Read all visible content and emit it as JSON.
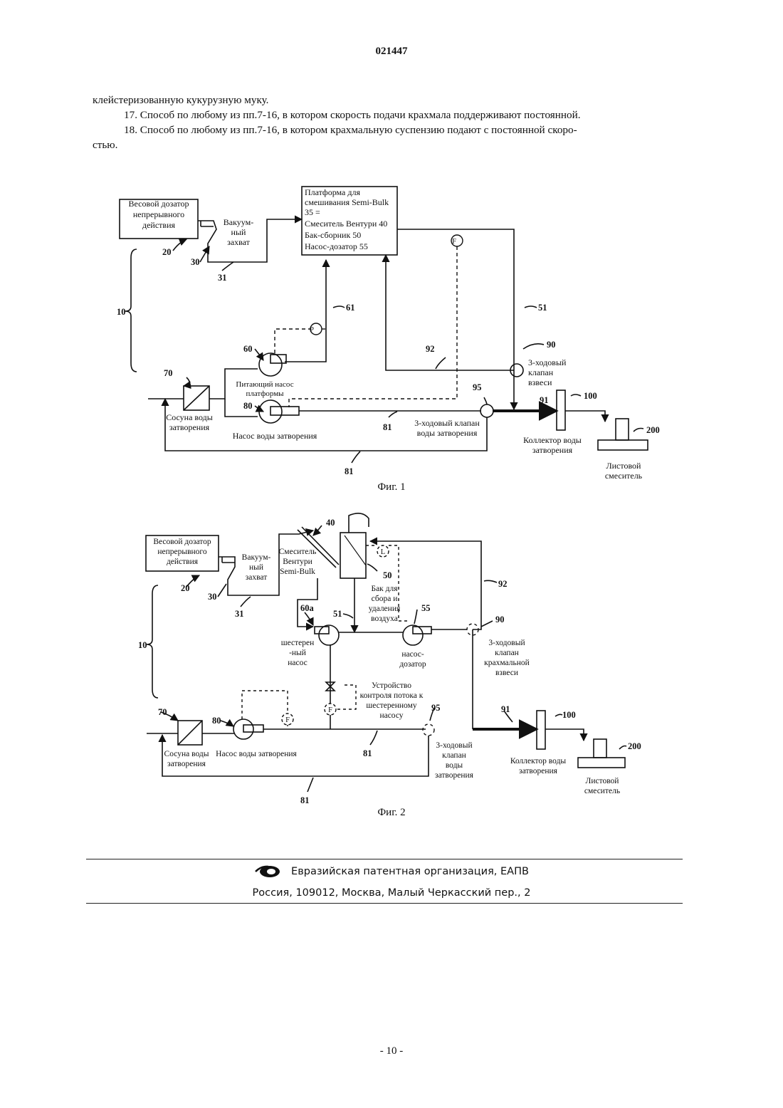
{
  "header": {
    "doc_number": "021447"
  },
  "claims": {
    "continuation": "клейстеризованную кукурузную муку.",
    "claim17": "17. Способ по любому из пп.7-16, в котором скорость подачи крахмала поддерживают постоянной.",
    "claim18_line1": "18. Способ по любому из пп.7-16, в котором крахмальную суспензию подают с постоянной скоро-",
    "claim18_line2": "стью."
  },
  "fig1": {
    "caption": "Фиг. 1",
    "dosing_l1": "Весовой дозатор",
    "dosing_l2": "непрерывного",
    "dosing_l3": "действия",
    "vacuum_l1": "Вакуум-",
    "vacuum_l2": "ный",
    "vacuum_l3": "захват",
    "platform_l1": "Платформа для",
    "platform_l2": "смешивания Semi-Bulk",
    "platform_l3": "35 =",
    "platform_l4": "Смеситель Вентури 40",
    "platform_l5": "Бак-сборник 50",
    "platform_l6": "Насос-дозатор 55",
    "feed_pump_l1": "Питающий насос",
    "feed_pump_l2": "платформы",
    "vessel_l1": "Сосуна воды",
    "vessel_l2": "затворения",
    "water_pump": "Насос воды затворения",
    "valve95_l1": "3-ходовый клапан",
    "valve95_l2": "воды затворения",
    "valve90_l1": "3-ходовый",
    "valve90_l2": "клапан",
    "valve90_l3": "взвеси",
    "collector_l1": "Коллектор воды",
    "collector_l2": "затворения",
    "mixer_l1": "Листовой",
    "mixer_l2": "смеситель",
    "F": "F",
    "P": "P",
    "n10": "10",
    "n20": "20",
    "n30": "30",
    "n31": "31",
    "n51": "51",
    "n60": "60",
    "n61": "61",
    "n70": "70",
    "n80": "80",
    "n81a": "81",
    "n81b": "81",
    "n90": "90",
    "n91": "91",
    "n92": "92",
    "n95": "95",
    "n100": "100",
    "n200": "200"
  },
  "fig2": {
    "caption": "Фиг. 2",
    "dosing_l1": "Весовой дозатор",
    "dosing_l2": "непрерывного",
    "dosing_l3": "действия",
    "vacuum_l1": "Вакуум-",
    "vacuum_l2": "ный",
    "vacuum_l3": "захват",
    "venturi_l1": "Смеситель",
    "venturi_l2": "Вентури",
    "venturi_l3": "Semi-Bulk",
    "tank_l1": "Бак для",
    "tank_l2": "сбора и",
    "tank_l3": "удаления",
    "tank_l4": "воздуха",
    "gear_l1": "шестерен",
    "gear_l2": "-ный",
    "gear_l3": "насос",
    "dosing_pump_l1": "насос-",
    "dosing_pump_l2": "дозатор",
    "valve90_l1": "3-ходовый",
    "valve90_l2": "клапан",
    "valve90_l3": "крахмальной",
    "valve90_l4": "взвеси",
    "flowctl_l1": "Устройство",
    "flowctl_l2": "контроля потока к",
    "flowctl_l3": "шестеренному",
    "flowctl_l4": "насосу",
    "vessel_l1": "Сосуна воды",
    "vessel_l2": "затворения",
    "water_pump": "Насос воды затворения",
    "valve95_l1": "3-ходовый",
    "valve95_l2": "клапан",
    "valve95_l3": "воды",
    "valve95_l4": "затворения",
    "collector_l1": "Коллектор воды",
    "collector_l2": "затворения",
    "mixer_l1": "Листовой",
    "mixer_l2": "смеситель",
    "F": "F",
    "L": "L",
    "n10": "10",
    "n20": "20",
    "n30": "30",
    "n31": "31",
    "n40": "40",
    "n50": "50",
    "n51": "51",
    "n55": "55",
    "n60a": "60a",
    "n70": "70",
    "n80": "80",
    "n81a": "81",
    "n81b": "81",
    "n90": "90",
    "n91": "91",
    "n92": "92",
    "n95": "95",
    "n100": "100",
    "n200": "200"
  },
  "footer": {
    "org": "Евразийская патентная организация, ЕАПВ",
    "address": "Россия, 109012, Москва, Малый Черкасский пер., 2"
  },
  "page": {
    "number": "- 10 -"
  }
}
